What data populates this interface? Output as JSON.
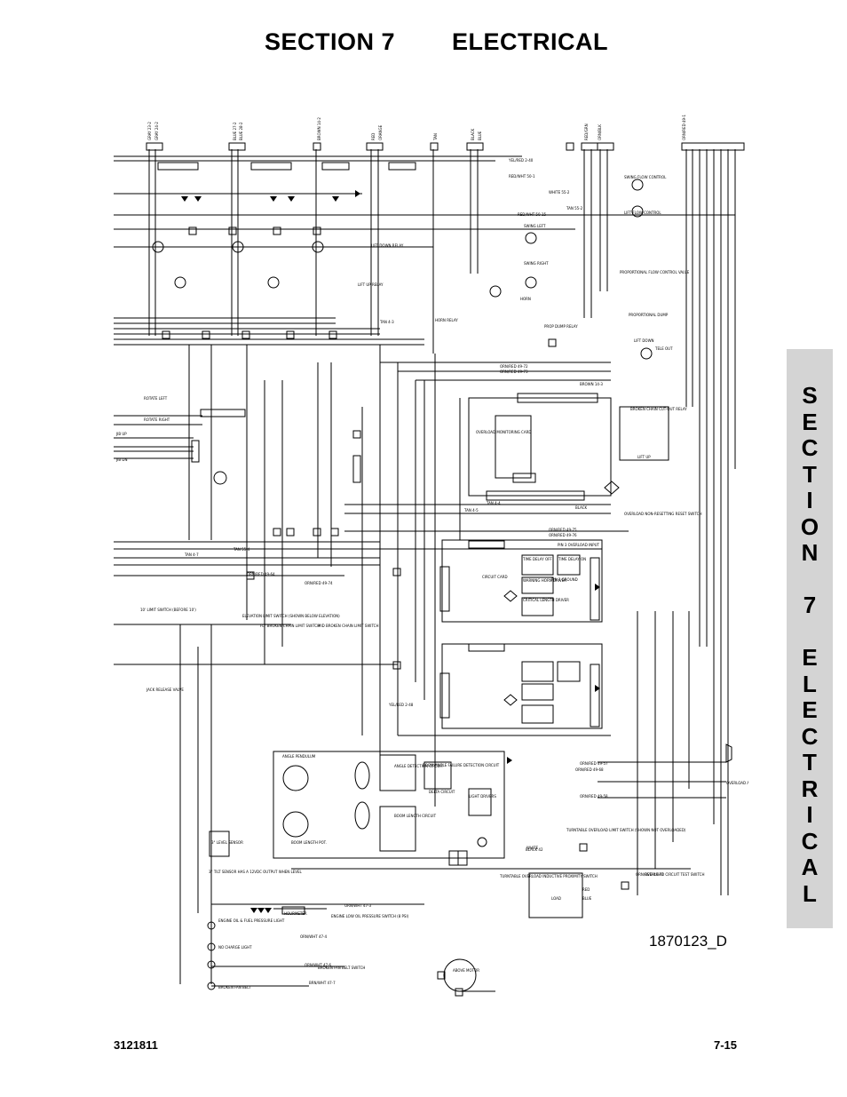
{
  "header": {
    "section_number": "SECTION 7",
    "section_title": "ELECTRICAL"
  },
  "side_tab": {
    "letters": [
      "S",
      "E",
      "C",
      "T",
      "I",
      "O",
      "N",
      "",
      "7",
      "",
      "E",
      "L",
      "E",
      "C",
      "T",
      "R",
      "I",
      "C",
      "A",
      "L"
    ]
  },
  "diagram": {
    "drawing_number": "1870123_D",
    "top_wire_labels": [
      "GRAY 23-2",
      "GRAY 24-2",
      "BLUE 27-2",
      "BLUE 28-2",
      "BROWN 14-2",
      "RED",
      "ORANGE",
      "TAN",
      "BLACK",
      "BLUE",
      "RED/GRN",
      "ORN/BLK",
      "ORN/RED 49-1"
    ],
    "functions": [
      "ROTATE LEFT",
      "ROTATE RIGHT",
      "JIB UP",
      "JIB DN",
      "SWING FLOW CONTROL",
      "LIFT FLOW CONTROL",
      "SWING LEFT",
      "SWING RIGHT",
      "LIFT DOWN RELAY",
      "LIFT UP RELAY",
      "HORN RELAY",
      "HORN",
      "PROPORTIONAL FLOW CONTROL VALVE",
      "PROP DUMP RELAY",
      "PROPORTIONAL DUMP",
      "LIFT DOWN",
      "TELE OUT",
      "BROKEN CHAIN CUT-OUT RELAY",
      "LIFT UP",
      "OVERLOAD NON-RESETTING RESET SWITCH",
      "OVERLOAD MONITORING CARD",
      "TIME DELAY OFF",
      "TIME DELAY ON",
      "CIRCUIT CARD",
      "WARNING HORN DRIVER",
      "CRITICAL LENGTH DRIVER",
      "PIN 3 OVERLOAD INPUT",
      "PIN 3 GROUND",
      "10' LIMIT SWITCH (BEFORE 10')",
      "ELEVATION LIMIT SWITCH (SHOWN BELOW ELEVATION)",
      "FLY BROKEN CHAIN LIMIT SWITCH",
      "MID BROKEN CHAIN LIMIT SWITCH",
      "JACK RELEASE VALVE",
      "ANGLE PENDULUM",
      "ANGLE DETECTION CIRCUIT",
      "BOOM LENGTH CIRCUIT",
      "BOOM ANGLE FAILURE DETECTION CIRCUIT",
      "DELTA CIRCUIT",
      "LIGHT DRIVERS",
      "BOOM LENGTH POT.",
      "3° LEVEL SENSOR",
      "3° TILT SENSOR HAS A 12VDC OUTPUT WHEN LEVEL",
      "TURNTABLE OVERLOAD LIMIT SWITCH (SHOWN NOT OVERLOADED)",
      "TURNTABLE OVERLOAD INDUCTIVE PROXIMITY SWITCH",
      "OVERLOAD CIRCUIT TEST SWITCH",
      "OVERLOAD ALARM",
      "HOURMETER",
      "ENGINE OIL & FUEL PRESSURE LIGHT",
      "ENGINE LOW OIL PRESSURE SWITCH (8 PSI)",
      "NO CHARGE LIGHT",
      "BROKEN FAN BELT",
      "BROKEN FAN BELT SWITCH",
      "ABOVE MOTOR"
    ],
    "wire_labels": [
      "YEL/RED 2-40",
      "RED/WHT 50-1",
      "WHITE 55-2",
      "TAN 55-2",
      "RED/WHT 50-15",
      "ORN/RED 49-72",
      "ORN/RED 49-73",
      "BROWN 14-3",
      "TAN 4-4",
      "TAN 4-5",
      "TAN 4-3",
      "BLACK",
      "ORN/RED 49-75",
      "ORN/RED 49-76",
      "TAN 55-4",
      "TAN 4-7",
      "ORN/RED 49-64",
      "ORN/RED 49-74",
      "YEL/RED 2-48",
      "ORN/RED 49-57",
      "ORN/RED 49-68",
      "ORN/RED 49-58",
      "ORN/RED 49-77",
      "WHITE",
      "BLUE",
      "RED",
      "BLACK 42",
      "LOAD",
      "ORN/WHT 47-3",
      "ORN/WHT 47-4",
      "ORN/WHT 47-6",
      "BRN/WHT 47-7"
    ]
  },
  "footer": {
    "manual_number": "3121811",
    "page_number": "7-15"
  }
}
